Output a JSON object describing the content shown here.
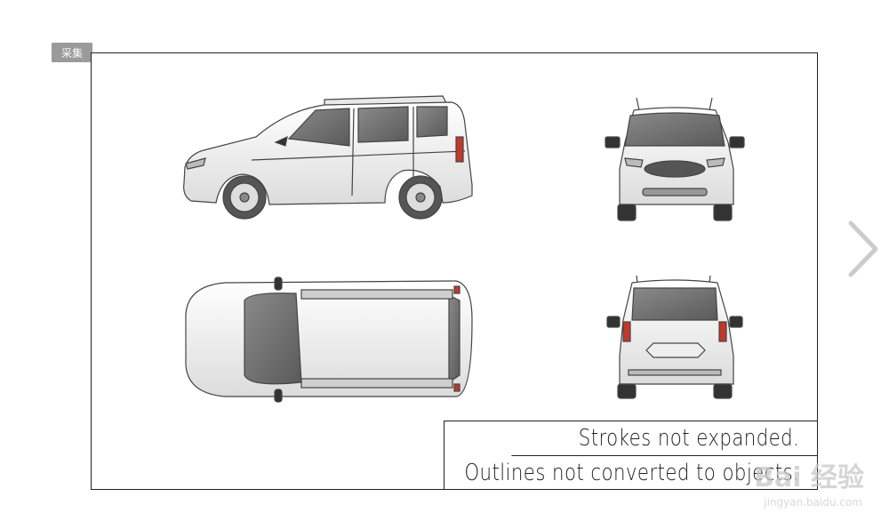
{
  "badge": {
    "label": "采集"
  },
  "caption": {
    "line1": "Strokes not expanded.",
    "line2": "Outlines not converted to objects."
  },
  "watermark": {
    "brand": "Bai 经验",
    "url": "jingyan.baidu.com"
  },
  "colors": {
    "frame": "#222222",
    "window": "#6e6e6e",
    "body": "#f2f2f2",
    "outline": "#444444",
    "taillight": "#c0392b",
    "badge": "#9a9a9a",
    "arrow": "#cccccc"
  },
  "icons": {
    "next": "chevron-right-icon"
  }
}
